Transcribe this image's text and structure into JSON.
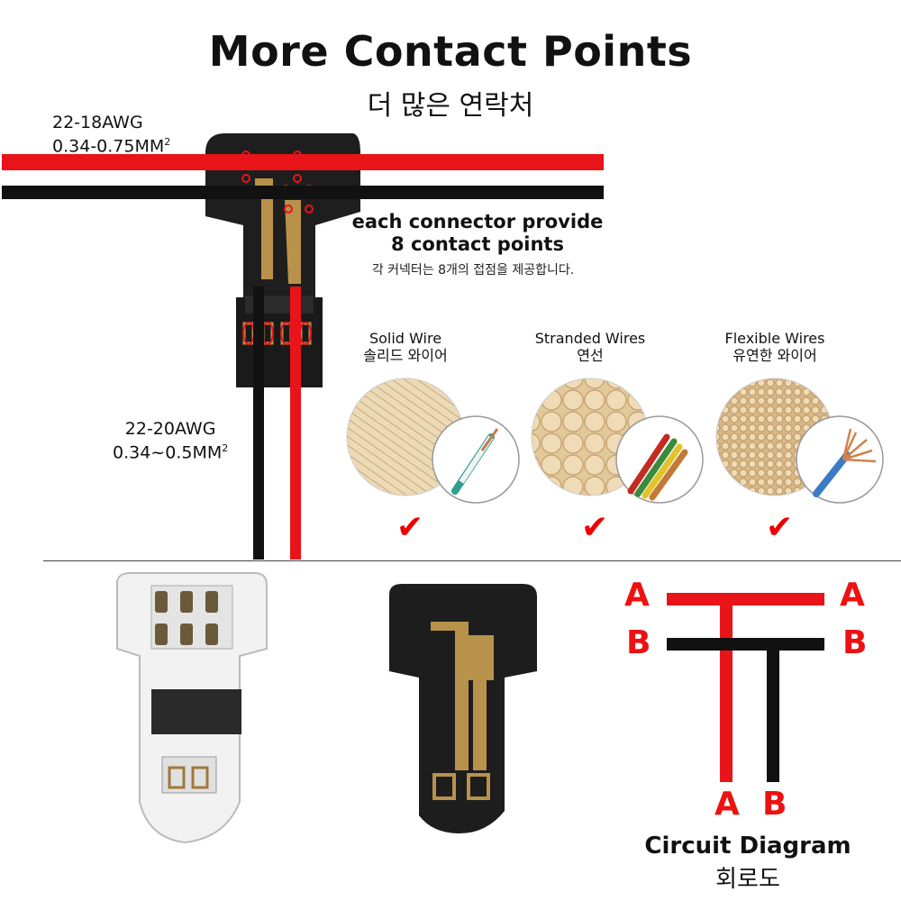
{
  "heading": {
    "title": "More Contact Points",
    "subtitle": "더 많은 연락처"
  },
  "spec_top": {
    "awg": "22-18AWG",
    "mm": "0.34-0.75MM",
    "sup": "2"
  },
  "spec_bottom": {
    "awg": "22-20AWG",
    "mm": "0.34~0.5MM",
    "sup": "2"
  },
  "contact": {
    "line1": "each connector provide",
    "line2": "8 contact points",
    "korean": "각 커넥터는 8개의 접점을 제공합니다."
  },
  "wire_types": [
    {
      "en": "Solid Wire",
      "ko": "솔리드 와이어",
      "check": "✔"
    },
    {
      "en": "Stranded Wires",
      "ko": "연선",
      "check": "✔"
    },
    {
      "en": "Flexible Wires",
      "ko": "유연한 와이어",
      "check": "✔"
    }
  ],
  "circuit": {
    "left_a": "A",
    "right_a": "A",
    "left_b": "B",
    "right_b": "B",
    "bottom_a": "A",
    "bottom_b": "B",
    "title": "Circuit Diagram",
    "subtitle": "회로도"
  },
  "colors": {
    "red": "#e8141a",
    "black": "#111111",
    "brass": "#b8924a",
    "wire_bg": "#e8cf9f"
  }
}
